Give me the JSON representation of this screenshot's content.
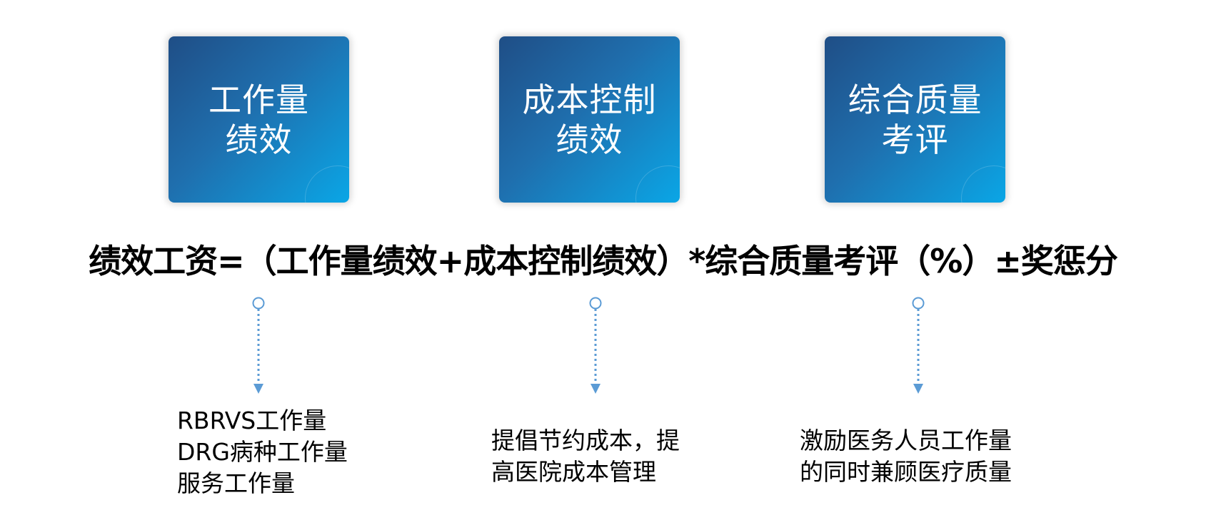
{
  "cards": [
    {
      "line1": "工作量",
      "line2": "绩效"
    },
    {
      "line1": "成本控制",
      "line2": "绩效"
    },
    {
      "line1": "综合质量",
      "line2": "考评"
    }
  ],
  "formula": "绩效工资=（工作量绩效+成本控制绩效）*综合质量考评（%）±奖惩分",
  "descriptions": [
    {
      "lines": [
        "RBRVS工作量",
        "DRG病种工作量",
        "服务工作量"
      ]
    },
    {
      "lines": [
        "提倡节约成本，提",
        "高医院成本管理"
      ]
    },
    {
      "lines": [
        "激励医务人员工作量",
        "的同时兼顾医疗质量"
      ]
    }
  ],
  "colors": {
    "card_gradient_start": "#1f4e86",
    "card_gradient_end": "#0aa6e6",
    "connector": "#5b9bd5"
  }
}
